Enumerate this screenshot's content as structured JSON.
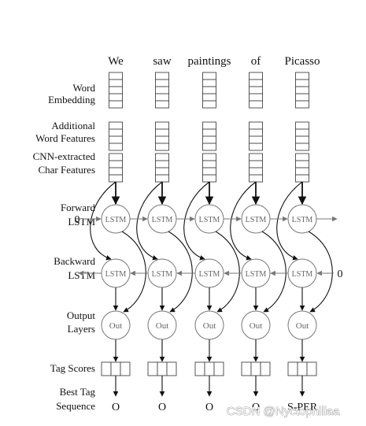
{
  "words": [
    "We",
    "saw",
    "paintings",
    "of",
    "Picasso"
  ],
  "row_labels": {
    "word_embedding": [
      "Word",
      "Embedding"
    ],
    "additional_features": [
      "Additional",
      "Word Features"
    ],
    "char_features": [
      "CNN-extracted",
      "Char Features"
    ],
    "forward_lstm": [
      "Forward",
      "LSTM"
    ],
    "backward_lstm": [
      "Backward",
      "LSTM"
    ],
    "output_layers": [
      "Output",
      "Layers"
    ],
    "tag_scores": [
      "Tag Scores"
    ],
    "best_tag": [
      "Best Tag",
      "Sequence"
    ]
  },
  "node_labels": {
    "lstm": "LSTM",
    "out": "Out"
  },
  "initial_state": {
    "forward": "0",
    "backward": "0"
  },
  "tags": [
    "O",
    "O",
    "O",
    "O",
    "S-PER"
  ],
  "watermark": "CSDN @Nyctophiliaa"
}
